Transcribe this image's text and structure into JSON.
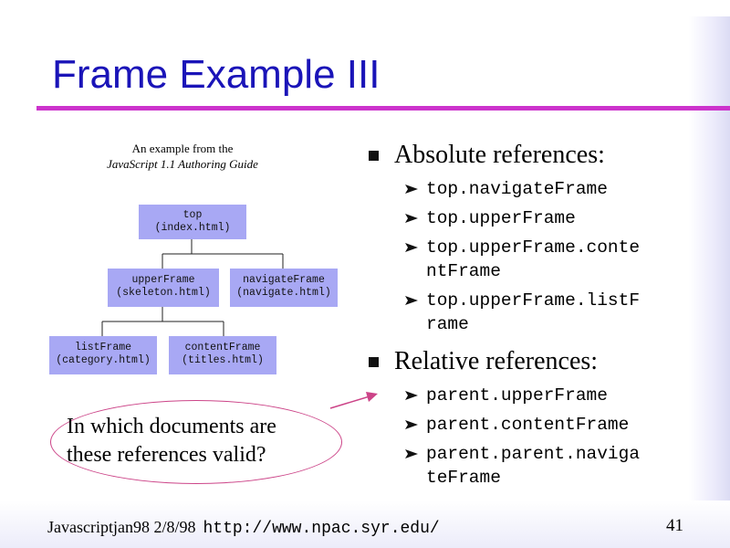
{
  "slide": {
    "title": "Frame Example III"
  },
  "caption": {
    "line1": "An example from the",
    "line2": "JavaScript 1.1 Authoring Guide"
  },
  "tree": {
    "top": [
      "top",
      "(index.html)"
    ],
    "upper": [
      "upperFrame",
      "(skeleton.html)"
    ],
    "navigate": [
      "navigateFrame",
      "(navigate.html)"
    ],
    "list": [
      "listFrame",
      "(category.html)"
    ],
    "content": [
      "contentFrame",
      "(titles.html)"
    ]
  },
  "question": {
    "line1": "In which documents are",
    "line2": "these references valid?"
  },
  "absolute": {
    "heading": "Absolute references:",
    "items": [
      [
        "top.navigateFrame"
      ],
      [
        "top.upperFrame"
      ],
      [
        "top.upperFrame.conte",
        "ntFrame"
      ],
      [
        "top.upperFrame.listF",
        "rame"
      ]
    ]
  },
  "relative": {
    "heading": "Relative references:",
    "items": [
      [
        "parent.upperFrame"
      ],
      [
        "parent.contentFrame"
      ],
      [
        "parent.parent.naviga",
        "teFrame"
      ]
    ]
  },
  "footer": {
    "text": "Javascriptjan98 2/8/98",
    "url": "http://www.npac.syr.edu/",
    "page": "41"
  },
  "colors": {
    "title": "#1a14b8",
    "rule": "#cc33cc",
    "node": "#a8a8f4",
    "ellipse": "#cc4488"
  }
}
